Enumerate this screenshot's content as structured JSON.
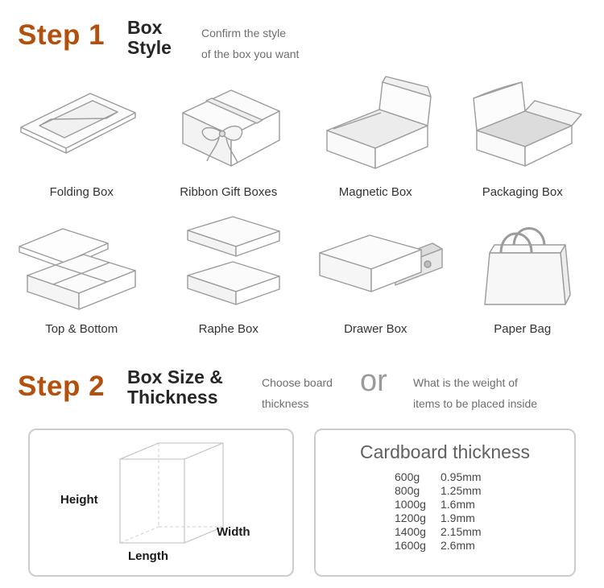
{
  "accent_color": "#b3500e",
  "step1": {
    "label": "Step 1",
    "title_line1": "Box",
    "title_line2": "Style",
    "desc_line1": "Confirm the style",
    "desc_line2": "of the box you want"
  },
  "box_styles": [
    {
      "name": "Folding Box",
      "icon": "folding-box-icon"
    },
    {
      "name": "Ribbon Gift Boxes",
      "icon": "ribbon-gift-box-icon"
    },
    {
      "name": "Magnetic Box",
      "icon": "magnetic-box-icon"
    },
    {
      "name": "Packaging Box",
      "icon": "packaging-box-icon"
    },
    {
      "name": "Top & Bottom",
      "icon": "top-bottom-box-icon"
    },
    {
      "name": "Raphe Box",
      "icon": "raphe-box-icon"
    },
    {
      "name": "Drawer Box",
      "icon": "drawer-box-icon"
    },
    {
      "name": "Paper Bag",
      "icon": "paper-bag-icon"
    }
  ],
  "step2": {
    "label": "Step 2",
    "title_line1": "Box Size &",
    "title_line2": "Thickness",
    "option1_line1": "Choose board",
    "option1_line2": "thickness",
    "or_label": "or",
    "option2_line1": "What is the weight of",
    "option2_line2": "items to be placed inside"
  },
  "size_panel": {
    "height_label": "Height",
    "width_label": "Width",
    "length_label": "Length"
  },
  "thickness_panel": {
    "title": "Cardboard thickness",
    "rows": [
      {
        "weight": "600g",
        "thickness": "0.95mm"
      },
      {
        "weight": "800g",
        "thickness": "1.25mm"
      },
      {
        "weight": "1000g",
        "thickness": "1.6mm"
      },
      {
        "weight": "1200g",
        "thickness": "1.9mm"
      },
      {
        "weight": "1400g",
        "thickness": "2.15mm"
      },
      {
        "weight": "1600g",
        "thickness": "2.6mm"
      }
    ]
  }
}
